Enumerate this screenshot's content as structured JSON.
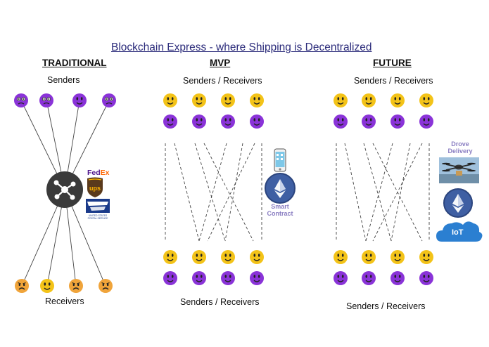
{
  "title": "Blockchain Express - where Shipping is Decentralized",
  "traditional": {
    "header": "TRADITIONAL",
    "top_label": "Senders",
    "bottom_label": "Receivers",
    "carriers": [
      "FedEx",
      "ups",
      "UNITED STATES POSTAL SERVICE"
    ]
  },
  "mvp": {
    "header": "MVP",
    "top_label": "Senders / Receivers",
    "bottom_label": "Senders / Receivers",
    "side_label": "Smart Contract"
  },
  "future": {
    "header": "FUTURE",
    "top_label": "Senders / Receivers",
    "bottom_label": "Senders / Receivers",
    "drone_label": "Drove Delivery",
    "iot_label": "IoT"
  },
  "colors": {
    "title": "#2a2a7a",
    "yellow_face": "#f3c318",
    "purple_face": "#8a33d8",
    "orange_face": "#f0a43a",
    "hub": "#3a3a3a",
    "eth_circle": "#3f5fa3",
    "iot_cloud": "#2b7fd1",
    "side_text": "#8a7ec2"
  },
  "icons": [
    "hub-network-icon",
    "fedex-logo",
    "ups-logo",
    "usps-logo",
    "smartphone-icon",
    "ethereum-icon",
    "drone-icon",
    "iot-cloud-icon"
  ]
}
